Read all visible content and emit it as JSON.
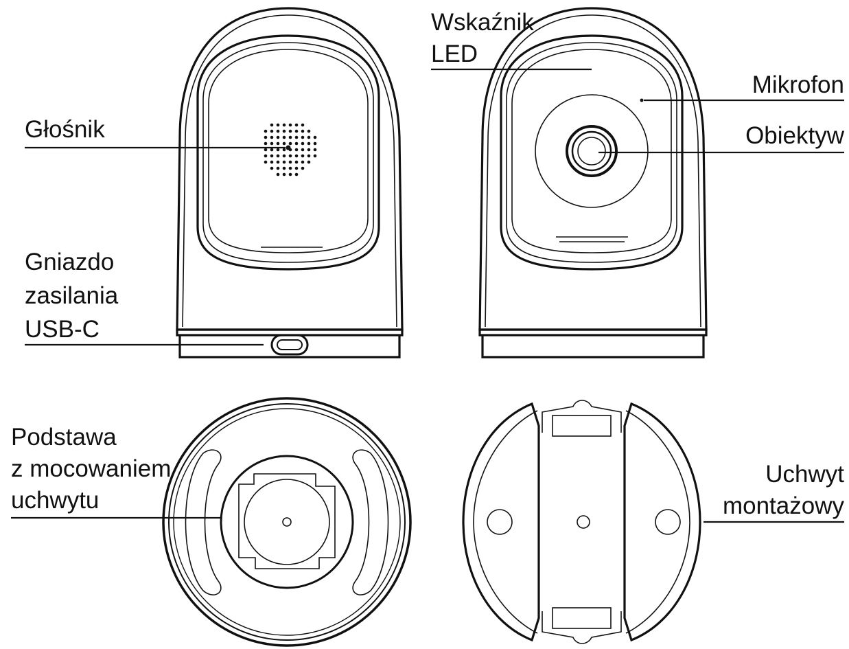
{
  "labels": {
    "speaker": "Głośnik",
    "power_socket_line1": "Gniazdo",
    "power_socket_line2": "zasilania",
    "power_socket_line3": "USB-C",
    "led_line1": "Wskaźnik",
    "led_line2": "LED",
    "microphone": "Mikrofon",
    "lens": "Obiektyw",
    "base_line1": "Podstawa",
    "base_line2": "z mocowaniem",
    "base_line3": "uchwytu",
    "mount_line1": "Uchwyt",
    "mount_line2": "montażowy"
  }
}
